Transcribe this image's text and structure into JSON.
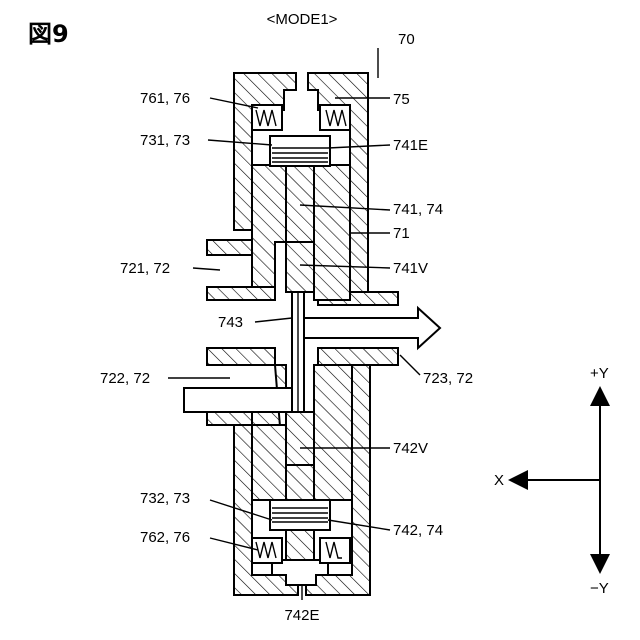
{
  "figure_label": "図9",
  "mode_label": "<MODE1>",
  "labels": {
    "l70": "70",
    "l761": "761, 76",
    "l75": "75",
    "l731": "731, 73",
    "l741E": "741E",
    "l741": "741, 74",
    "l71": "71",
    "l721": "721, 72",
    "l741V": "741V",
    "l743": "743",
    "l722": "722, 72",
    "l723": "723, 72",
    "l742V": "742V",
    "l732": "732, 73",
    "l742": "742, 74",
    "l762": "762, 76",
    "l742E": "742E"
  },
  "axes": {
    "plus_y": "+Y",
    "minus_y": "−Y",
    "x": "X"
  }
}
